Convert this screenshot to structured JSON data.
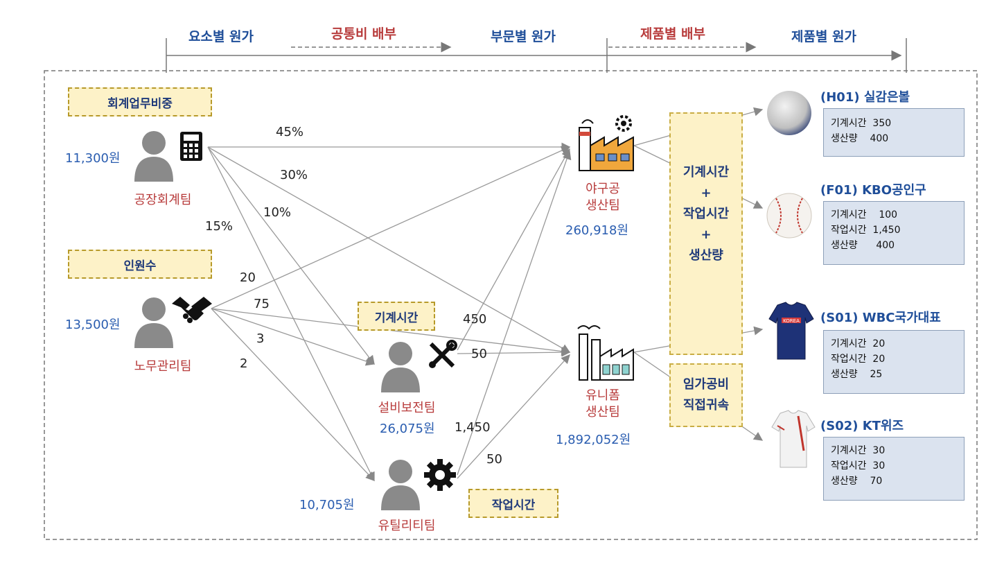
{
  "header": {
    "stage1": "요소별 원가",
    "alloc1": "공통비 배부",
    "stage2": "부문별 원가",
    "alloc2": "제품별 배부",
    "stage3": "제품별 원가"
  },
  "bases": {
    "accounting": "회계업무비중",
    "headcount": "인원수",
    "machine_hours": "기계시간",
    "work_hours": "작업시간"
  },
  "teams": {
    "factory_accounting": {
      "name": "공장회계팀",
      "cost": "11,300원"
    },
    "labor_mgmt": {
      "name": "노무관리팀",
      "cost": "13,500원"
    },
    "maintenance": {
      "name": "설비보전팀",
      "cost": "26,075원"
    },
    "utility": {
      "name": "유틸리티팀",
      "cost": "10,705원"
    },
    "baseball": {
      "name_line1": "야구공",
      "name_line2": "생산팀",
      "cost": "260,918원"
    },
    "uniform": {
      "name_line1": "유니폼",
      "name_line2": "생산팀",
      "cost": "1,892,052원"
    }
  },
  "edge_labels": {
    "acc_baseball": "45%",
    "acc_uniform": "30%",
    "acc_maint": "10%",
    "acc_util": "15%",
    "labor_baseball": "20",
    "labor_uniform": "75",
    "labor_maint": "3",
    "labor_util": "2",
    "maint_baseball": "450",
    "maint_uniform": "50",
    "util_baseball": "1,450",
    "util_uniform": "50"
  },
  "product_alloc": {
    "line1": "기계시간",
    "line2": "+",
    "line3": "작업시간",
    "line4": "+",
    "line5": "생산량",
    "direct_line1": "임가공비",
    "direct_line2": "직접귀속"
  },
  "products": [
    {
      "name": "(H01) 실감은볼",
      "rows": [
        "기계시간  350",
        "생산량    400"
      ]
    },
    {
      "name": "(F01) KBO공인구",
      "rows": [
        "기계시간    100",
        "작업시간  1,450",
        "생산량      400"
      ]
    },
    {
      "name": "(S01) WBC국가대표",
      "rows": [
        "기계시간  20",
        "작업시간  20",
        "생산량    25"
      ]
    },
    {
      "name": "(S02) KT위즈",
      "rows": [
        "기계시간  30",
        "작업시간  30",
        "생산량    70"
      ]
    }
  ],
  "colors": {
    "blue": "#1f4e99",
    "red": "#b83c3c",
    "tag_fill": "#fdf2c8",
    "box_fill": "#dbe3ef"
  },
  "icons": [
    "calculator-icon",
    "handshake-icon",
    "wrench-screwdriver-icon",
    "gear-icon",
    "factory-icon",
    "person-icon"
  ]
}
